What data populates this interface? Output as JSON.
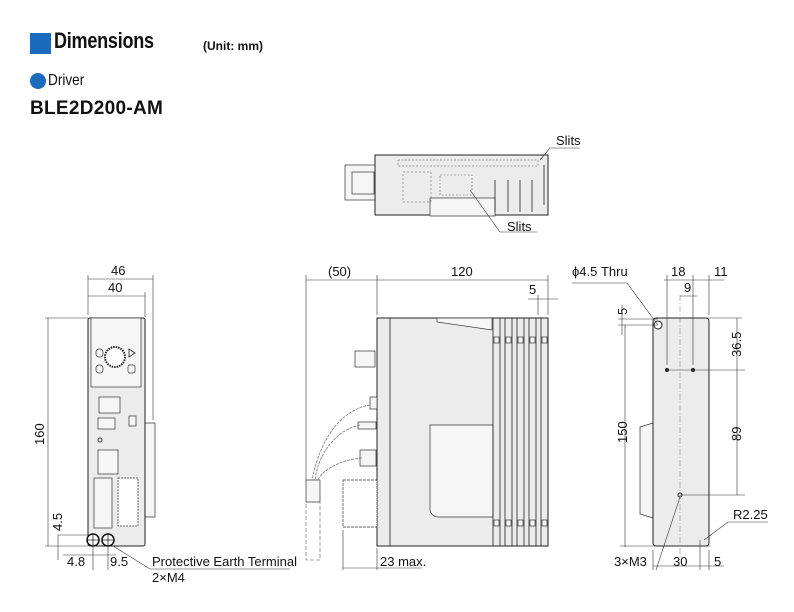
{
  "header": {
    "title": "Dimensions",
    "unit": "(Unit: mm)"
  },
  "section": {
    "label": "Driver"
  },
  "model": "BLE2D200-AM",
  "colors": {
    "accent": "#1a6bbd"
  },
  "top_view": {
    "slits_label_1": "Slits",
    "slits_label_2": "Slits"
  },
  "front_view": {
    "width_outer": "46",
    "width_inner": "40",
    "height": "160",
    "earth_offset_v": "4.5",
    "earth_offset_h1": "4.8",
    "earth_offset_h2": "9.5",
    "earth_label": "Protective Earth Terminal",
    "earth_screws": "2×M4"
  },
  "side_view": {
    "cable_length": "(50)",
    "depth": "120",
    "fin_offset": "5",
    "connector_depth": "23 max."
  },
  "rear_view": {
    "hole_label": "ϕ4.5 Thru",
    "dim_18": "18",
    "dim_11": "11",
    "dim_9": "9",
    "dim_5_top": "5",
    "dim_36_5": "36.5",
    "dim_89": "89",
    "dim_150": "150",
    "radius_label": "R2.25",
    "screw_label": "3×M3",
    "dim_30": "30",
    "dim_5_bottom": "5"
  }
}
